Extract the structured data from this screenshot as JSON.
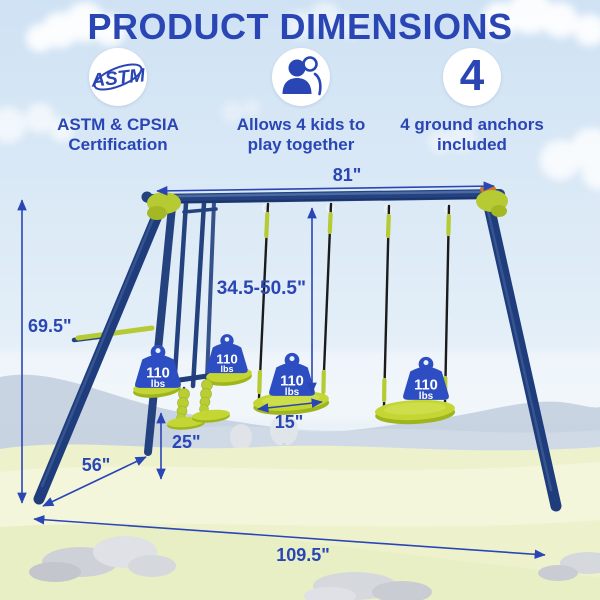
{
  "title": "PRODUCT DIMENSIONS",
  "features": [
    {
      "icon": "astm-badge-icon",
      "badge_text": "ASTM",
      "label_line1": "ASTM & CPSIA",
      "label_line2": "Certification"
    },
    {
      "icon": "kids-icon",
      "label_line1": "Allows 4 kids to",
      "label_line2": "play together"
    },
    {
      "icon": "count-4-icon",
      "number": "4",
      "label_line1": "4 ground anchors",
      "label_line2": "included"
    }
  ],
  "dimensions": {
    "top_bar_length": "81\"",
    "frame_height": "69.5\"",
    "swing_chain_range": "34.5-50.5\"",
    "seat_width": "15\"",
    "glider_seat_height": "25\"",
    "frame_depth": "56\"",
    "base_length": "109.5\""
  },
  "weights": {
    "value": "110",
    "unit": "lbs"
  },
  "colors": {
    "accent_blue": "#2a46b5",
    "weight_blue": "#2d4ec2",
    "frame_navy": "#1f3d7d",
    "accent_green": "#b6ca33",
    "seat_green": "#c3d633"
  }
}
